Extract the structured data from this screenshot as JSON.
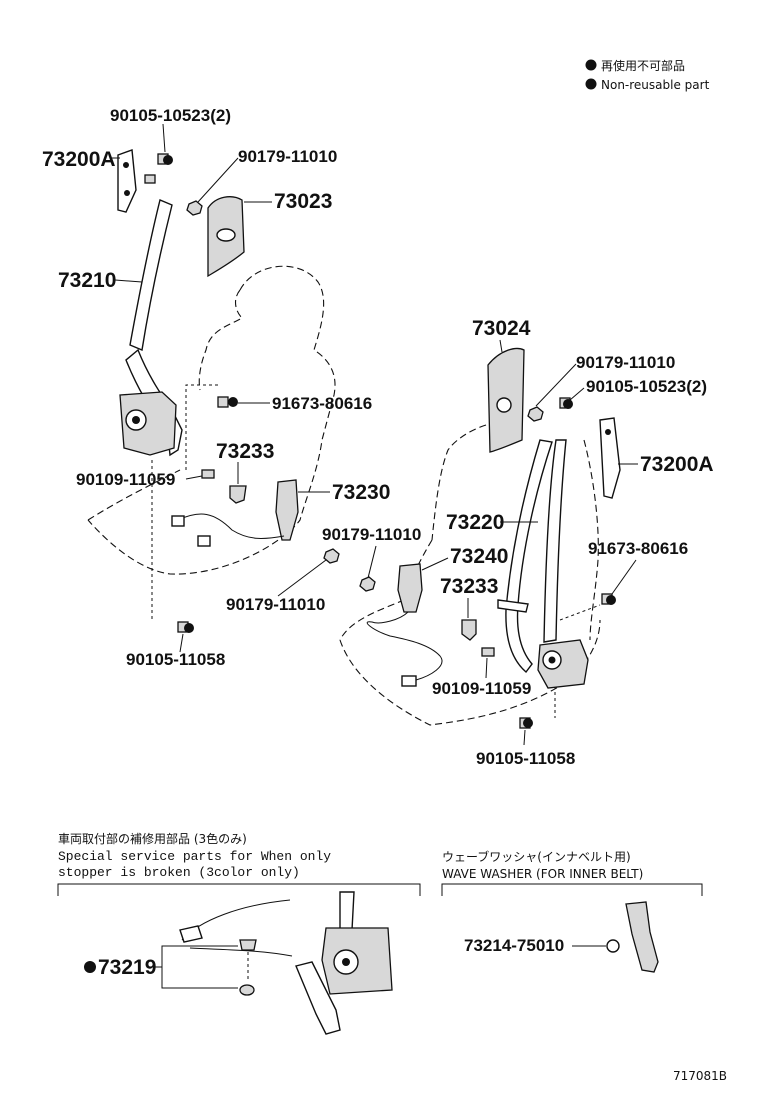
{
  "legend": {
    "jp": "再使用不可部品",
    "en": "Non-reusable part",
    "marker_color": "#111111"
  },
  "labels": {
    "bolt_top_left": "90105-10523(2)",
    "anchor_left": "73200A",
    "nut_top_left": "90179-11010",
    "cover_left": "73023",
    "belt_left": "73210",
    "bolt_mid_left": "91673-80616",
    "stopper_left": "73233",
    "bolt_low_left": "90109-11059",
    "buckle_left": "73230",
    "nut_low_left": "90179-11010",
    "bolt_bottom_left": "90105-11058",
    "cover_right": "73024",
    "nut_top_right": "90179-11010",
    "bolt_top_right": "90105-10523(2)",
    "anchor_right": "73200A",
    "belt_right": "73220",
    "bolt_mid_right": "91673-80616",
    "nut_low_right": "90179-11010",
    "buckle_right": "73240",
    "stopper_right": "73233",
    "bolt_low_right": "90109-11059",
    "bolt_bottom_right": "90105-11058"
  },
  "service_box": {
    "title_jp": "車両取付部の補修用部品 (3色のみ)",
    "line1": "Special  service  parts  for  When  only",
    "line2": "stopper  is  broken  (3color  only)",
    "part": "73219"
  },
  "washer_box": {
    "title_jp": "ウェーブワッシャ(インナベルト用)",
    "title_en": "WAVE WASHER (FOR INNER BELT)",
    "part": "73214-75010"
  },
  "diagram_id": "717081B"
}
